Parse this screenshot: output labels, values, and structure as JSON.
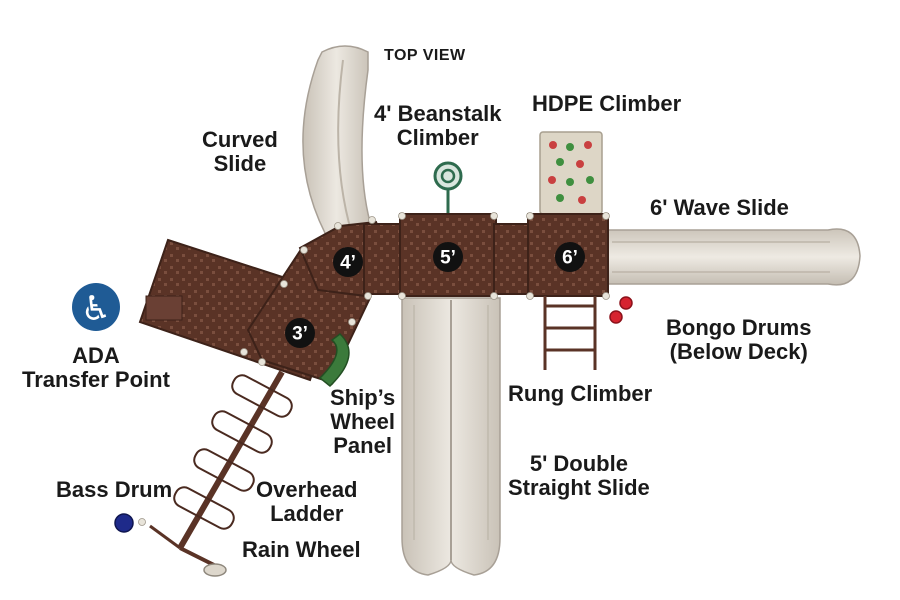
{
  "header": {
    "view_title": "TOP VIEW"
  },
  "labels": {
    "curved_slide": [
      "Curved",
      "Slide"
    ],
    "beanstalk": [
      "4' Beanstalk",
      "Climber"
    ],
    "hdpe": [
      "HDPE Climber"
    ],
    "wave_slide": [
      "6' Wave Slide"
    ],
    "bongo": [
      "Bongo Drums",
      "(Below Deck)"
    ],
    "ada": [
      "ADA",
      "Transfer Point"
    ],
    "ships_wheel": [
      "Ship’s",
      "Wheel",
      "Panel"
    ],
    "rung_climber": [
      "Rung Climber"
    ],
    "double_slide": [
      "5' Double",
      "Straight Slide"
    ],
    "bass_drum": [
      "Bass Drum"
    ],
    "overhead_ladder": [
      "Overhead",
      "Ladder"
    ],
    "rain_wheel": [
      "Rain Wheel"
    ]
  },
  "decks": {
    "d3": "3’",
    "d4": "4’",
    "d5": "5’",
    "d6": "6’"
  },
  "icons": {
    "ada": "accessibility-icon"
  },
  "colors": {
    "deck": "#5a3326",
    "slide": "#d8d2c8",
    "slide_edge": "#a8a096",
    "climber_green": "#2e6b4e",
    "wheel_green": "#3b7a3b",
    "ada_blue": "#1f5b95",
    "bongo_red": "#d6232f",
    "bass_blue": "#1e2a8a"
  }
}
